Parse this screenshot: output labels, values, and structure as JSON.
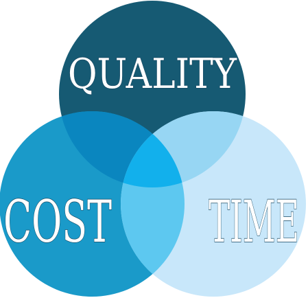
{
  "diagram": {
    "type": "three-circle-venn",
    "sets": [
      {
        "id": "quality",
        "label": "Quality",
        "color": "#165a73"
      },
      {
        "id": "cost",
        "label": "Cost",
        "color": "#1a9ac9"
      },
      {
        "id": "time",
        "label": "Time",
        "color": "#c8e7fa"
      }
    ],
    "overlap_colors": {
      "quality_cost": "#0a86bf",
      "quality_time": "#97d6f3",
      "cost_time": "#5dc8f0",
      "center": "#12b0ec"
    }
  }
}
